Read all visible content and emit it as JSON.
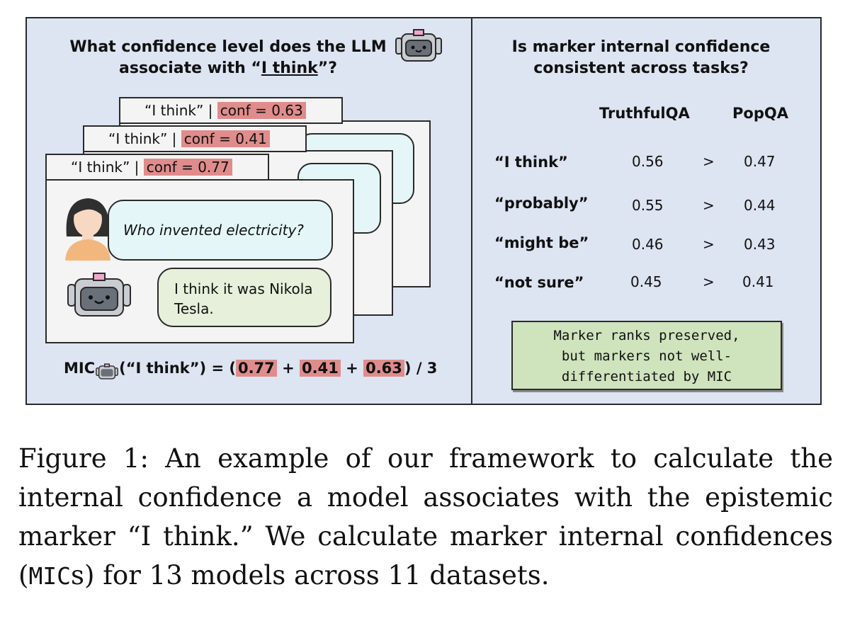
{
  "left_panel": {
    "title_line1": "What confidence level does the LLM",
    "title_line2_prefix": "associate with “",
    "title_line2_underlined": "I think",
    "title_line2_suffix": "”?",
    "cards": [
      {
        "marker": "“I think” |",
        "conf": "conf = 0.63"
      },
      {
        "marker": "“I think” |",
        "conf": "conf = 0.41"
      },
      {
        "marker": "“I think” |",
        "conf": "conf = 0.77"
      }
    ],
    "user_question": "Who invented electricity?",
    "bot_answer_line1": "I think it was Nikola",
    "bot_answer_line2": "Tesla.",
    "mic_label": "MIC",
    "mic_arg": "(“I think”) = (",
    "mic_values": [
      "0.77",
      "0.41",
      "0.63"
    ],
    "mic_plus": "+",
    "mic_tail": ") / 3"
  },
  "right_panel": {
    "title_line1": "Is marker internal confidence",
    "title_line2": "consistent across tasks?",
    "columns": [
      "TruthfulQA",
      "PopQA"
    ],
    "rows": [
      {
        "marker": "“I think”",
        "truthfulqa": "0.56",
        "cmp": ">",
        "popqa": "0.47"
      },
      {
        "marker": "“probably”",
        "truthfulqa": "0.55",
        "cmp": ">",
        "popqa": "0.44"
      },
      {
        "marker": "“might be”",
        "truthfulqa": "0.46",
        "cmp": ">",
        "popqa": "0.43"
      },
      {
        "marker": "“not sure”",
        "truthfulqa": "0.45",
        "cmp": ">",
        "popqa": "0.41"
      }
    ],
    "note_line1": "Marker ranks preserved,",
    "note_line2": "but markers not well-",
    "note_line3": "differentiated by MIC"
  },
  "caption": {
    "part1": "Figure 1: An example of our framework to calculate the internal confidence a model associates with the epistemic marker “I think.” We calculate marker internal confidences (",
    "mono": "MIC",
    "part2": "s) for 13 models across 11 datasets."
  },
  "colors": {
    "panel_bg": "#dde4f2",
    "conf_highlight": "#e08c8c",
    "user_bubble": "#e4f6f8",
    "bot_bubble": "#e6f0da",
    "note_bg": "#cfe3bd",
    "robot_body": "#c9ccd1",
    "robot_screen": "#6a7079",
    "robot_antenna": "#f0a6cf",
    "avatar_hair": "#2f2f2f",
    "avatar_skin": "#f7d8c3",
    "avatar_shirt": "#f2b77d"
  }
}
